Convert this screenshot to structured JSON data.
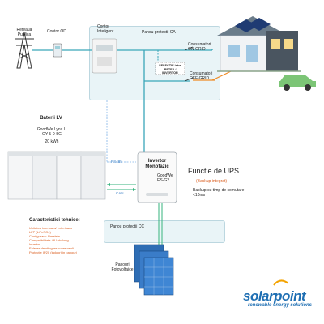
{
  "grid": {
    "label": "Reteaua Publica"
  },
  "meter": {
    "label": "Contor OD"
  },
  "smart_meter": {
    "label": "Contor Inteligent"
  },
  "ca_panel": {
    "label": "Panou protectii CA"
  },
  "selector": {
    "label": "SELECTIE intre RETEA / INVERTOR"
  },
  "ongrid": {
    "label": "Consumatori ON-GRID"
  },
  "offgrid": {
    "label": "Consumatori OFF-GRID"
  },
  "battery": {
    "title": "Baterii LV",
    "model": "GoodWe Lynx U GY-5-0-5G",
    "capacity": "20 kWh"
  },
  "links": {
    "rs485": "RS485",
    "can": "CAN"
  },
  "inverter": {
    "title": "Invertor Monofazic",
    "model": "GoodWe ES-G2"
  },
  "ups": {
    "title": "Functie de UPS",
    "subtitle": "(Backup integrat)",
    "desc": "Backup cu timp de comutare <10ms"
  },
  "tech": {
    "title": "Caracteristici tehnice:",
    "items": [
      "Unitatea interioara/ exterioara",
      "LFP (LiFePO4)",
      "Configurare: Paralela",
      "Compatibilitate 48 Vdc long",
      "Invertor",
      "Eoletee de stingere cu aerosoli",
      "Protectie IP20 (indoor) in panouri"
    ]
  },
  "cc_panel": {
    "label": "Panou protectii CC"
  },
  "pv": {
    "label": "Panouri Fotovoltaice"
  },
  "logo": {
    "main": "solarpoint",
    "sub": "renewable energy solutions"
  },
  "colors": {
    "ac_line": "#3aa6b9",
    "dc_line": "#36b37e",
    "comm_line": "#7fb3e6",
    "accent": "#f4a300",
    "brand": "#1f6fb3"
  }
}
